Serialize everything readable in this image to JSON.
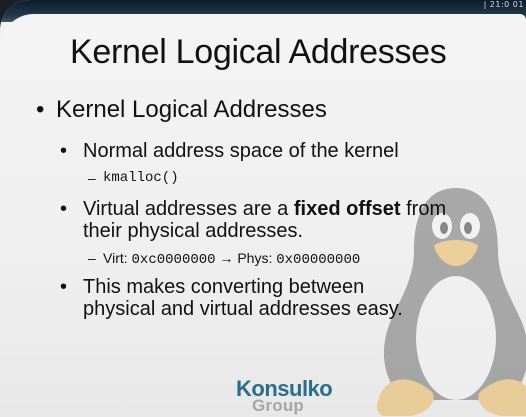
{
  "clock": "| 21:0 01",
  "slide": {
    "title": "Kernel Logical Addresses",
    "bullets": {
      "level1": "Kernel Logical Addresses",
      "item1": {
        "text": "Normal address space of the kernel",
        "sub": "kmalloc()"
      },
      "item2": {
        "text_before": "Virtual addresses are a ",
        "text_bold": "fixed offset",
        "text_after": " from",
        "line2": "their physical addresses.",
        "sub_virt_label": "Virt: ",
        "sub_virt_value": "0xc0000000",
        "sub_arrow": " → ",
        "sub_phys_label": "Phys: ",
        "sub_phys_value": "0x00000000"
      },
      "item3": {
        "line1": "This makes converting between",
        "line2": "physical and virtual addresses easy."
      }
    }
  },
  "logo": {
    "top": "Konsulko",
    "bottom": "Group"
  },
  "colors": {
    "logo_blue": "#2d6d8c",
    "logo_gray": "#a6a6a6",
    "text": "#111111"
  }
}
